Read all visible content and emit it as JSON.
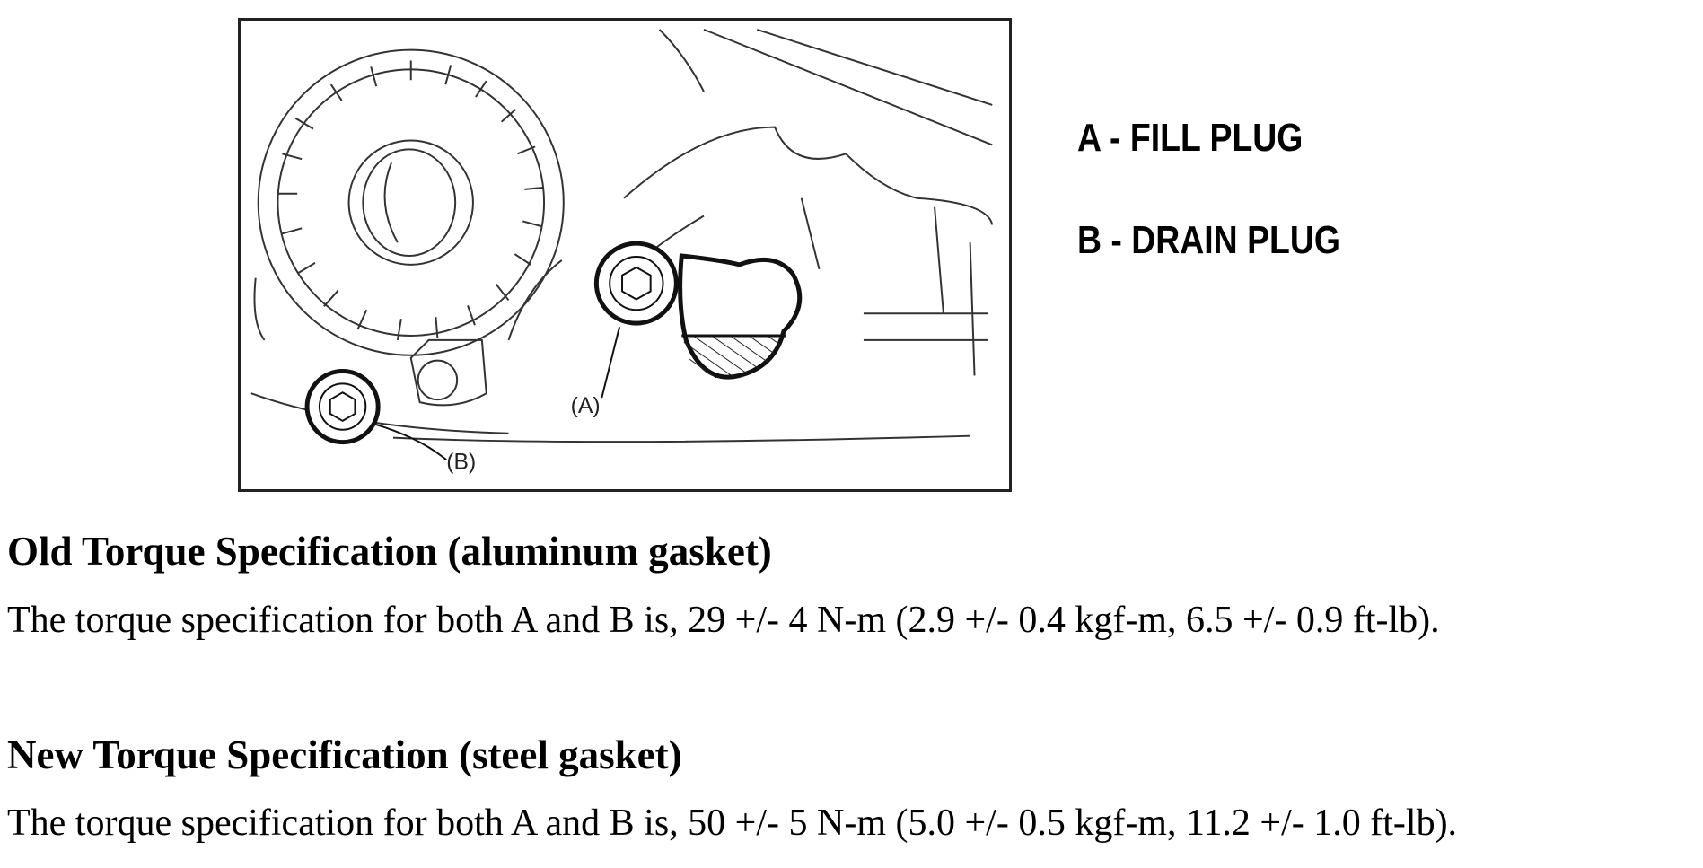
{
  "figure": {
    "callout_a": "(A)",
    "callout_b": "(B)"
  },
  "legend": {
    "item_a": "A - FILL PLUG",
    "item_b": "B - DRAIN PLUG"
  },
  "old_spec": {
    "heading": "Old Torque Specification (aluminum gasket)",
    "text": "The torque specification for both A and B is, 29 +/- 4 N-m (2.9 +/- 0.4 kgf-m, 6.5 +/- 0.9 ft-lb)."
  },
  "new_spec": {
    "heading": "New Torque Specification (steel gasket)",
    "text": "The torque specification for both A and B is, 50 +/- 5 N-m (5.0 +/- 0.5 kgf-m, 11.2 +/- 1.0 ft-lb)."
  }
}
